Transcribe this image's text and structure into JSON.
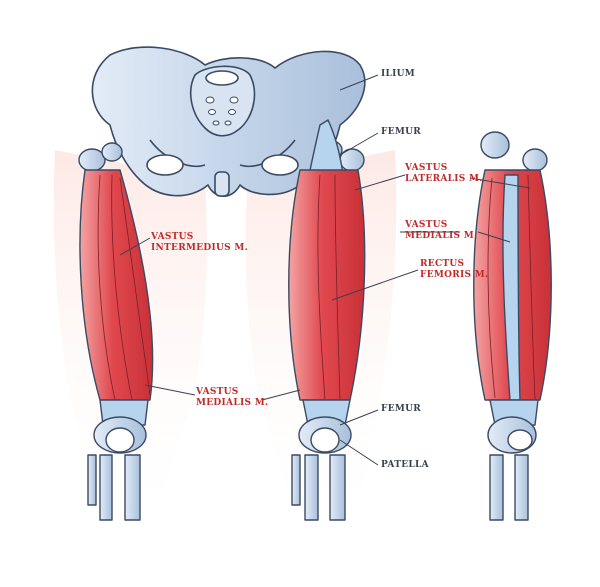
{
  "labels": {
    "ilium": "ILIUM",
    "femur_top": "FEMUR",
    "vastus_lateralis": "VASTUS\nLATERALIS M.",
    "vastus_medialis_right": "VASTUS\nMEDIALIS M.",
    "rectus_femoris": "RECTUS\nFEMORIS M.",
    "vastus_intermedius": "VASTUS\nINTERMEDIUS M.",
    "vastus_medialis_center": "VASTUS\nMEDIALIS M.",
    "femur_bottom": "FEMUR",
    "patella": "PATELLA"
  },
  "colors": {
    "muscle": "#e0484e",
    "muscle_light": "#f2a0a0",
    "bone": "#c5d6ea",
    "bone_outline": "#3b4a63",
    "skin": "#fbe3de",
    "label_red": "#c22a2a",
    "label_dark": "#3a4250"
  }
}
